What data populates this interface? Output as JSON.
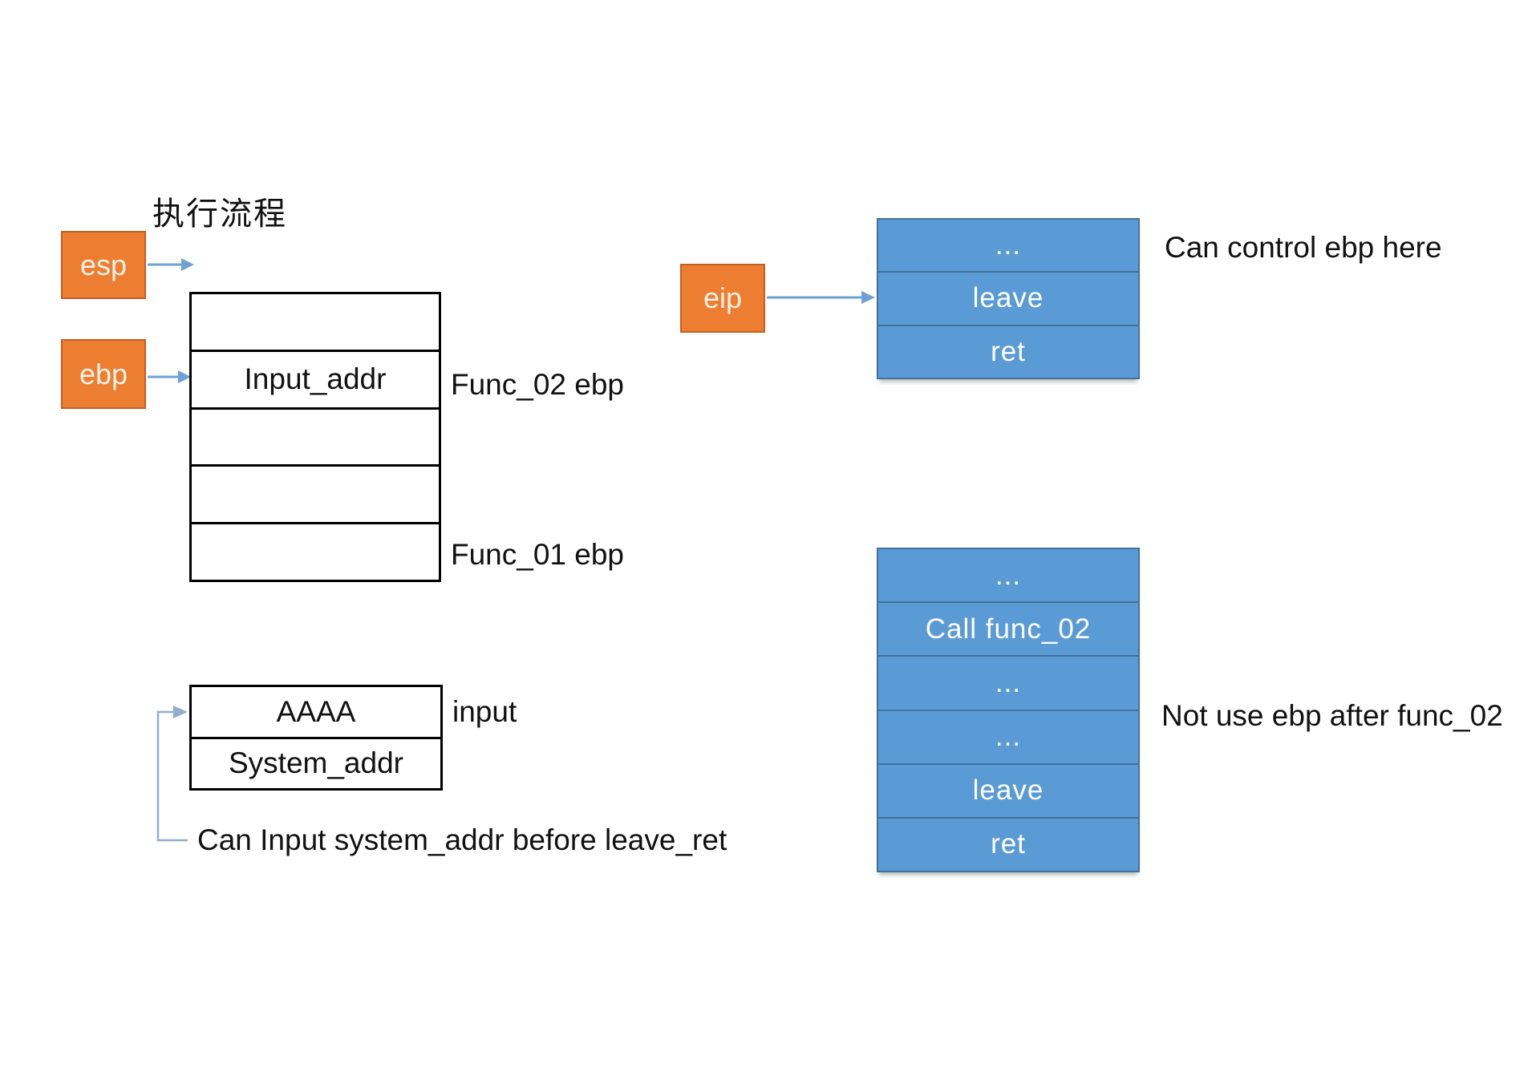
{
  "title": "执行流程",
  "colors": {
    "orange": "#ED7D31",
    "orange_border": "#C55F22",
    "blue_fill": "#5B9BD5",
    "blue_border": "#41719C",
    "arrow": "#6FA0D6",
    "elbow_arrow": "#93ACCF"
  },
  "registers": {
    "esp": "esp",
    "ebp": "ebp",
    "eip": "eip"
  },
  "main_stack": {
    "rows": [
      "",
      "Input_addr",
      "",
      "",
      ""
    ],
    "labels": {
      "func02": "Func_02 ebp",
      "func01": "Func_01 ebp"
    }
  },
  "input_stack": {
    "rows": [
      "AAAA",
      "System_addr"
    ],
    "label": "input"
  },
  "code_stack_top": {
    "rows": [
      "...",
      "leave",
      "ret"
    ]
  },
  "code_stack_bottom": {
    "rows": [
      "...",
      "Call func_02",
      "...",
      "...",
      "leave",
      "ret"
    ]
  },
  "annotations": {
    "can_control": "Can control ebp here",
    "not_use": "Not use ebp after func_02",
    "can_input": "Can Input system_addr before leave_ret"
  }
}
